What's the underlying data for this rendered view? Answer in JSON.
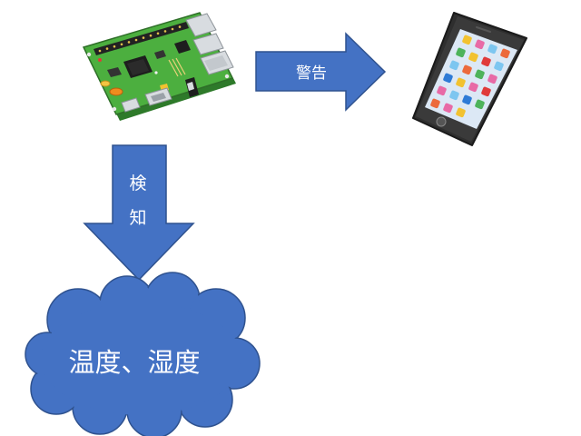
{
  "diagram": {
    "device": {
      "name": "raspberry-pi-board"
    },
    "phone": {
      "name": "smartphone"
    },
    "alert_arrow": {
      "label": "警告",
      "direction": "right"
    },
    "detect_arrow": {
      "label_line1": "検",
      "label_line2": "知",
      "direction": "down"
    },
    "cloud": {
      "label": "温度、湿度"
    },
    "colors": {
      "arrow_fill": "#4472C4",
      "arrow_stroke": "#2F528F",
      "text": "#ffffff",
      "board_green": "#3F9E3A",
      "phone_body": "#3A3A3A"
    }
  }
}
